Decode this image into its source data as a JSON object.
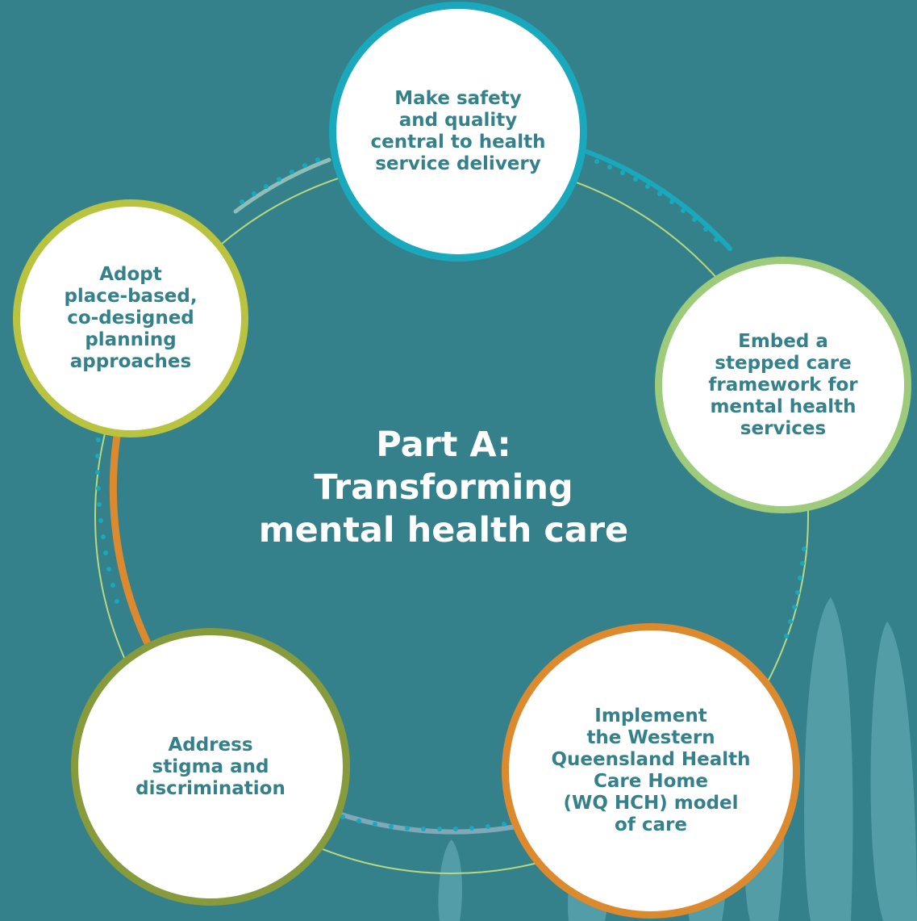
{
  "title": "Part A:\nTransforming\nmental health care",
  "nodes": [
    {
      "label": "Make safety\nand quality\ncentral to health\nservice delivery",
      "color": "#19a8bc"
    },
    {
      "label": "Embed a\nstepped care\nframework for\nmental health\nservices",
      "color": "#9dcb7b"
    },
    {
      "label": "Implement\nthe Western\nQueensland Health\nCare Home\n(WQ HCH) model\nof care",
      "color": "#dd8a2e"
    },
    {
      "label": "Address\nstigma and\ndiscrimination",
      "color": "#879b3d"
    },
    {
      "label": "Adopt\nplace-based,\nco-designed\nplanning\napproaches",
      "color": "#b9c33f"
    }
  ],
  "colors": {
    "background": "#35818b",
    "node_text": "#35818b",
    "title_text": "#ffffff"
  }
}
